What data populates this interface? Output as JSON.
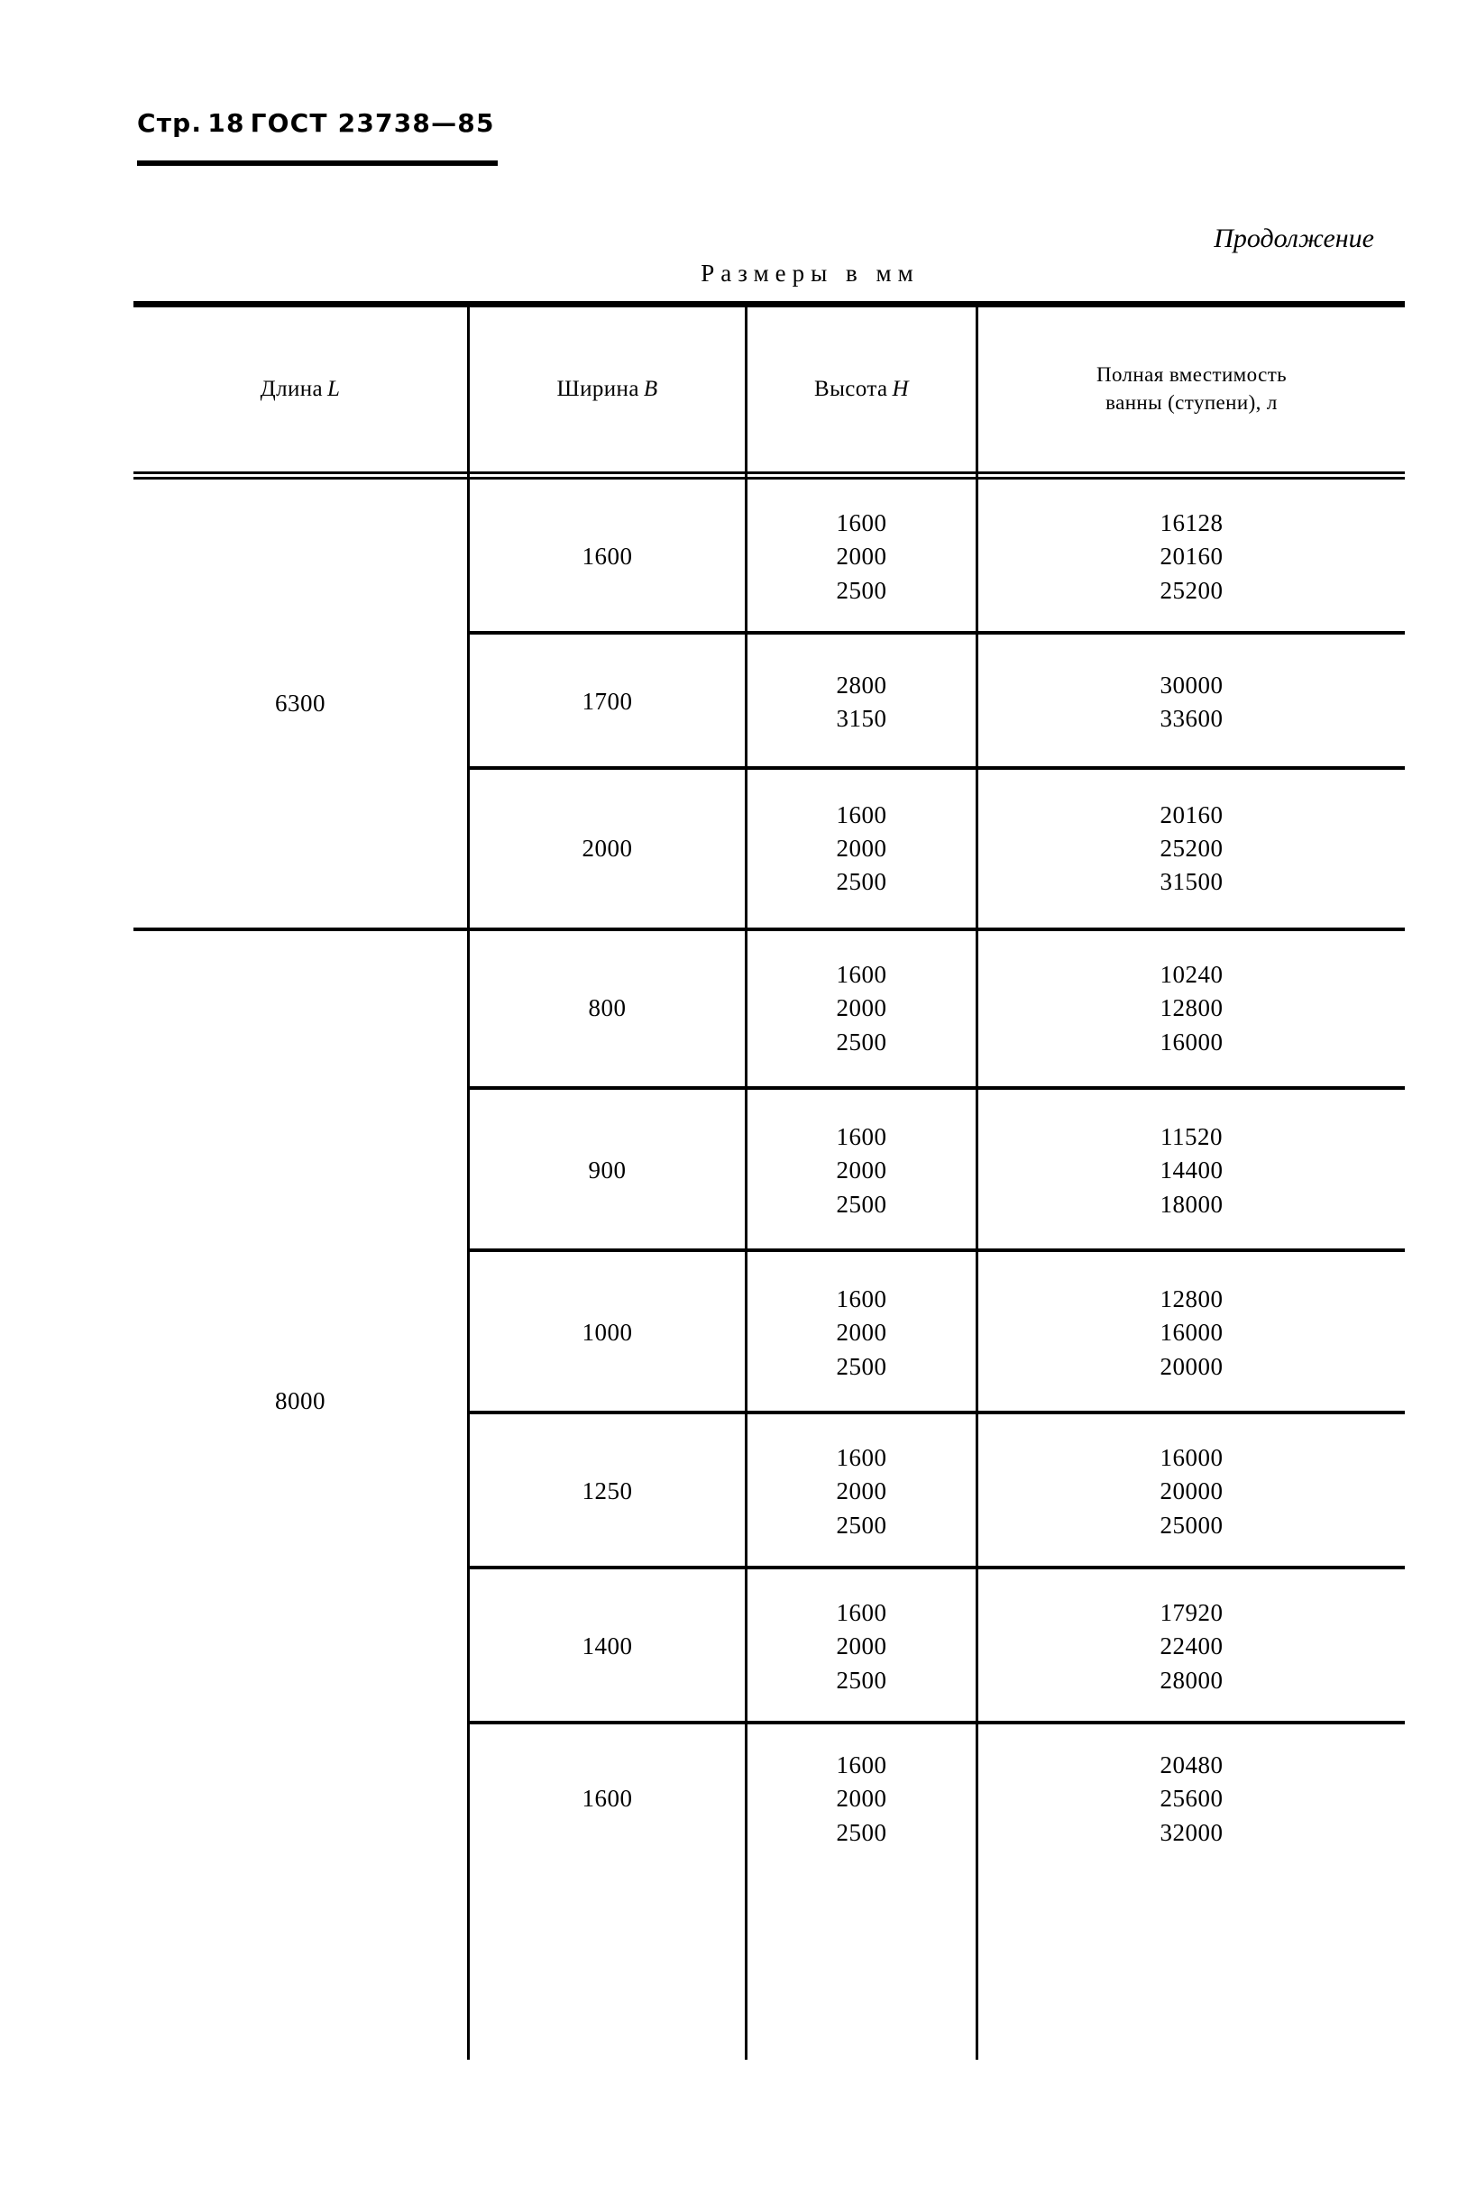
{
  "running_head": {
    "page_word": "Стр.",
    "page_number": "18",
    "standard": "ГОСТ 23738—85"
  },
  "continuation_note": "Продолжение",
  "units_caption": "Размеры в мм",
  "table": {
    "columns": [
      {
        "label": "Длина",
        "variable": "L"
      },
      {
        "label": "Ширина",
        "variable": "B"
      },
      {
        "label": "Высота",
        "variable": "H"
      },
      {
        "label_line1": "Полная вместимость",
        "label_line2": "ванны (ступени), л",
        "variable": ""
      }
    ],
    "groups": [
      {
        "length": "6300",
        "rows": [
          {
            "width": "1600",
            "heights": "1600\n2000\n2500",
            "capacities": "16128\n20160\n25200"
          },
          {
            "width": "1700",
            "heights": "2800\n3150",
            "capacities": "30000\n33600"
          },
          {
            "width": "2000",
            "heights": "1600\n2000\n2500",
            "capacities": "20160\n25200\n31500"
          }
        ]
      },
      {
        "length": "8000",
        "rows": [
          {
            "width": "800",
            "heights": "1600\n2000\n2500",
            "capacities": "10240\n12800\n16000"
          },
          {
            "width": "900",
            "heights": "1600\n2000\n2500",
            "capacities": "11520\n14400\n18000"
          },
          {
            "width": "1000",
            "heights": "1600\n2000\n2500",
            "capacities": "12800\n16000\n20000"
          },
          {
            "width": "1250",
            "heights": "1600\n2000\n2500",
            "capacities": "16000\n20000\n25000"
          },
          {
            "width": "1400",
            "heights": "1600\n2000\n2500",
            "capacities": "17920\n22400\n28000"
          },
          {
            "width": "1600",
            "heights": "1600\n2000\n2500",
            "capacities": "20480\n25600\n32000"
          }
        ]
      }
    ]
  }
}
